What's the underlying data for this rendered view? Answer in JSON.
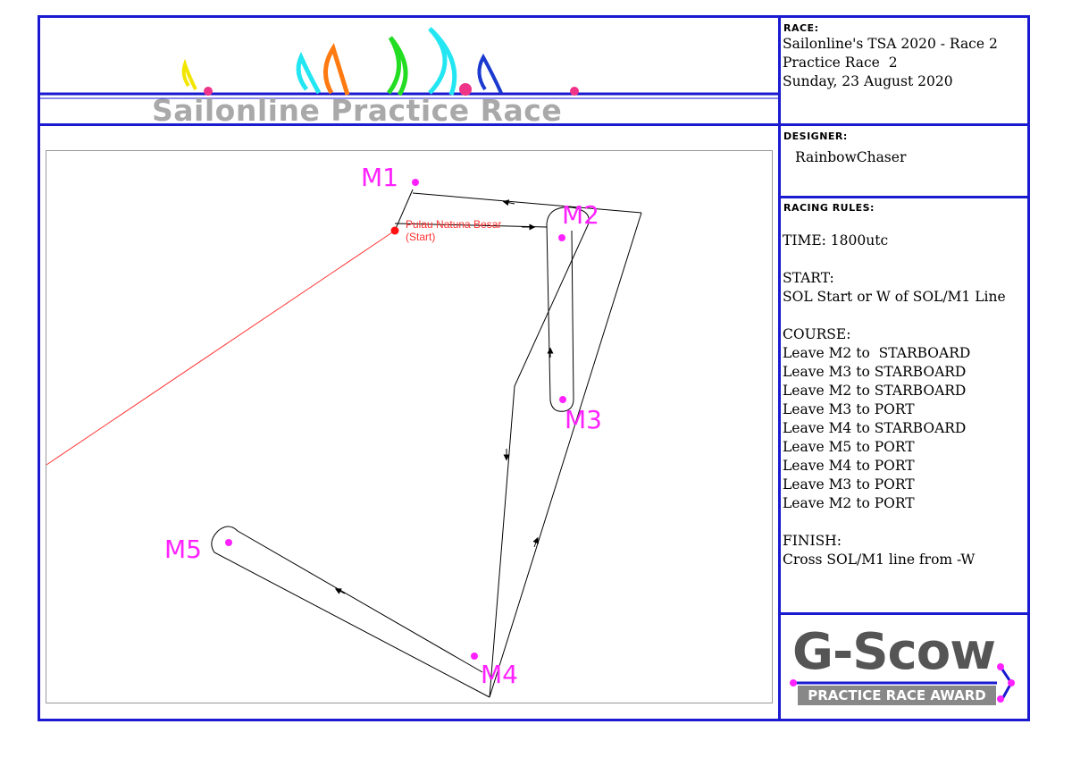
{
  "banner": {
    "title": "Sailonline Practice Race"
  },
  "race": {
    "label": "RACE:",
    "lines": [
      "Sailonline's TSA 2020 - Race 2",
      "Practice Race  2",
      "Sunday, 23 August 2020"
    ]
  },
  "designer": {
    "label": "DESIGNER:",
    "name": "RainbowChaser"
  },
  "rules": {
    "label": "RACING RULES:",
    "lines": [
      "TIME: 1800utc",
      "",
      "START:",
      "SOL Start or W of SOL/M1 Line",
      "",
      "COURSE:",
      "Leave M2 to  STARBOARD",
      "Leave M3 to STARBOARD",
      "Leave M2 to STARBOARD",
      "Leave M3 to PORT",
      "Leave M4 to STARBOARD",
      "Leave M5 to PORT",
      "Leave M4 to PORT",
      "Leave M3 to PORT",
      "Leave M2 to PORT",
      "",
      "FINISH:",
      "Cross SOL/M1 line from -W"
    ]
  },
  "map": {
    "start_name": "Pulau Natuna Besar",
    "start_note": "(Start)",
    "marks": [
      "M1",
      "M2",
      "M3",
      "M4",
      "M5"
    ],
    "colors": {
      "course": "#000000",
      "rhumb": "#ff3333",
      "mark": "#ff22ff"
    }
  },
  "logo": {
    "main": "G-Scow",
    "sub": "PRACTICE RACE AWARD"
  },
  "colors": {
    "frame": "#1a1ad0",
    "mark": "#ff22ff",
    "title": "#a9a9a9"
  }
}
